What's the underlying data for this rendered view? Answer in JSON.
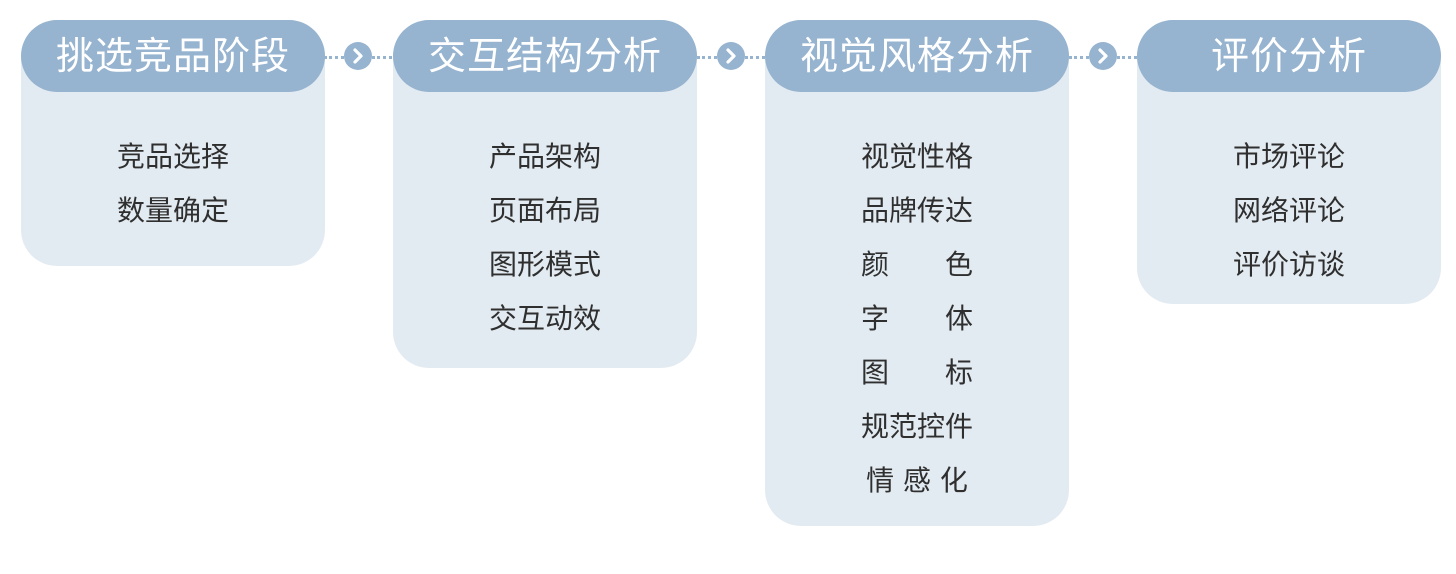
{
  "stages": [
    {
      "title": "挑选竞品阶段",
      "items": [
        "竞品选择",
        "数量确定"
      ]
    },
    {
      "title": "交互结构分析",
      "items": [
        "产品架构",
        "页面布局",
        "图形模式",
        "交互动效"
      ]
    },
    {
      "title": "视觉风格分析",
      "items": [
        "视觉性格",
        "品牌传达",
        "颜　　色",
        "字　　体",
        "图　　标",
        "规范控件",
        "情 感 化"
      ]
    },
    {
      "title": "评价分析",
      "items": [
        "市场评论",
        "网络评论",
        "评价访谈"
      ]
    }
  ],
  "colors": {
    "header": "#96b3cf",
    "card": "#e3ebf2",
    "text": "#2f2f2f",
    "header_text": "#ffffff"
  },
  "connector_icon": "chevron-right-icon"
}
